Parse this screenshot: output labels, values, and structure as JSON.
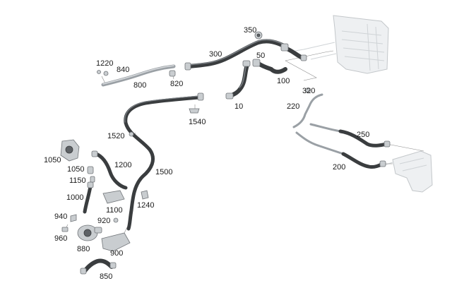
{
  "diagram": {
    "labels": {
      "p10": "10",
      "p50": "50",
      "p100": "100",
      "p200": "200",
      "p220": "220",
      "p250": "250",
      "p300": "300",
      "p320": "320",
      "p350": "350",
      "p800": "800",
      "p820": "820",
      "p840": "840",
      "p850": "850",
      "p880": "880",
      "p900": "900",
      "p920": "920",
      "p940": "940",
      "p960": "960",
      "p1000": "1000",
      "p1050a": "1050",
      "p1050b": "1050",
      "p1100": "1100",
      "p1150": "1150",
      "p1200": "1200",
      "p1220": "1220",
      "p1240": "1240",
      "p1500": "1500",
      "p1520": "1520",
      "p1540": "1540"
    }
  }
}
